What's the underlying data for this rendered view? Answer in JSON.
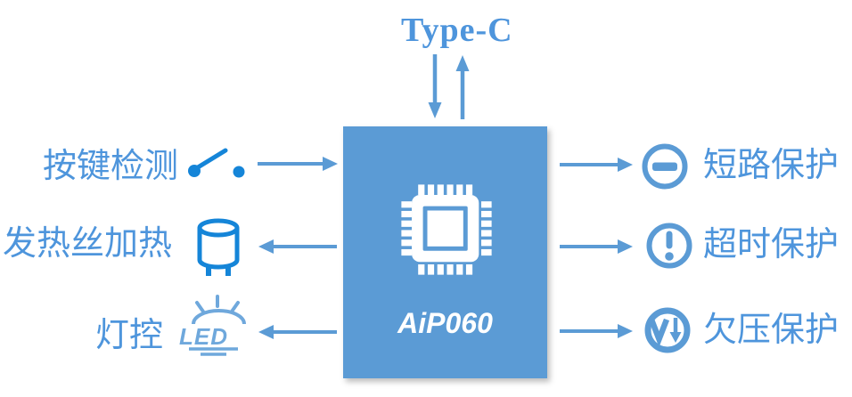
{
  "diagram": {
    "title": "Type-C",
    "chip": {
      "label": "AiP060"
    },
    "left_items": [
      {
        "label": "按键检测",
        "icon": "switch-icon",
        "direction": "input"
      },
      {
        "label": "发热丝加热",
        "icon": "heater-icon",
        "direction": "output"
      },
      {
        "label": "灯控",
        "icon": "led-icon",
        "direction": "output"
      }
    ],
    "right_items": [
      {
        "label": "短路保护",
        "icon": "minus-circle-icon",
        "direction": "output"
      },
      {
        "label": "超时保护",
        "icon": "exclamation-circle-icon",
        "direction": "output"
      },
      {
        "label": "欠压保护",
        "icon": "undervoltage-circle-icon",
        "direction": "output"
      }
    ],
    "led_icon_text": "LED",
    "undervoltage_icon_text": "V↓"
  },
  "colors": {
    "accent": "#5B9BD5",
    "label_text": "#4E95DC",
    "bright_icon": "#1585D8",
    "led_icon": "#6FA8DC",
    "chip_text": "#FFFFFF"
  }
}
